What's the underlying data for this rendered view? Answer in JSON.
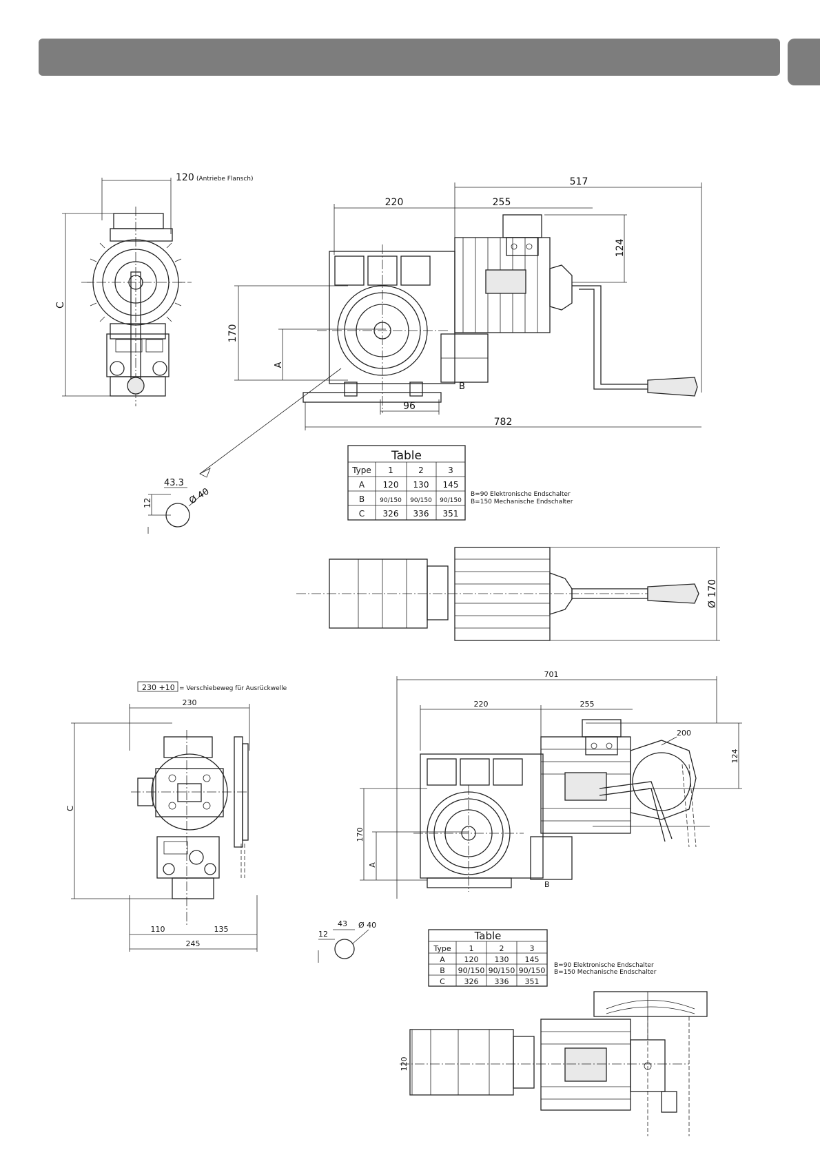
{
  "drawing1": {
    "flange_dim": "120",
    "flange_note": "(Antriebe Flansch)",
    "label_c": "C",
    "dim_517": "517",
    "dim_220": "220",
    "dim_255": "255",
    "dim_124": "124",
    "dim_170": "170",
    "label_a": "A",
    "label_b": "B",
    "dim_96": "96",
    "dim_782": "782",
    "detail_12": "12",
    "detail_433": "43.3",
    "detail_dia40": "Ø 40",
    "dia170": "Ø 170"
  },
  "table1": {
    "title": "Table",
    "header": [
      "Type",
      "1",
      "2",
      "3"
    ],
    "rows": [
      [
        "A",
        "120",
        "130",
        "145"
      ],
      [
        "B",
        "90/150",
        "90/150",
        "90/150"
      ],
      [
        "C",
        "326",
        "336",
        "351"
      ]
    ],
    "note1": "B=90 Elektronische Endschalter",
    "note2": "B=150 Mechanische Endschalter"
  },
  "drawing2": {
    "shift_dim": "230 +10",
    "shift_note": "= Verschiebeweg für Ausrückwelle",
    "dim_230": "230",
    "label_c": "C",
    "dim_110": "110",
    "dim_135": "135",
    "dim_245": "245",
    "dim_701": "701",
    "dim_220": "220",
    "dim_255": "255",
    "dim_200": "200",
    "dim_124": "124",
    "dim_170": "170",
    "label_a": "A",
    "label_b": "B",
    "detail_43": "43",
    "detail_12": "12",
    "detail_dia40": "Ø 40",
    "dim_120": "120"
  },
  "table2": {
    "title": "Table",
    "header": [
      "Type",
      "1",
      "2",
      "3"
    ],
    "rows": [
      [
        "A",
        "120",
        "130",
        "145"
      ],
      [
        "B",
        "90/150",
        "90/150",
        "90/150"
      ],
      [
        "C",
        "326",
        "336",
        "351"
      ]
    ],
    "note1": "B=90 Elektronische Endschalter",
    "note2": "B=150 Mechanische Endschalter"
  }
}
